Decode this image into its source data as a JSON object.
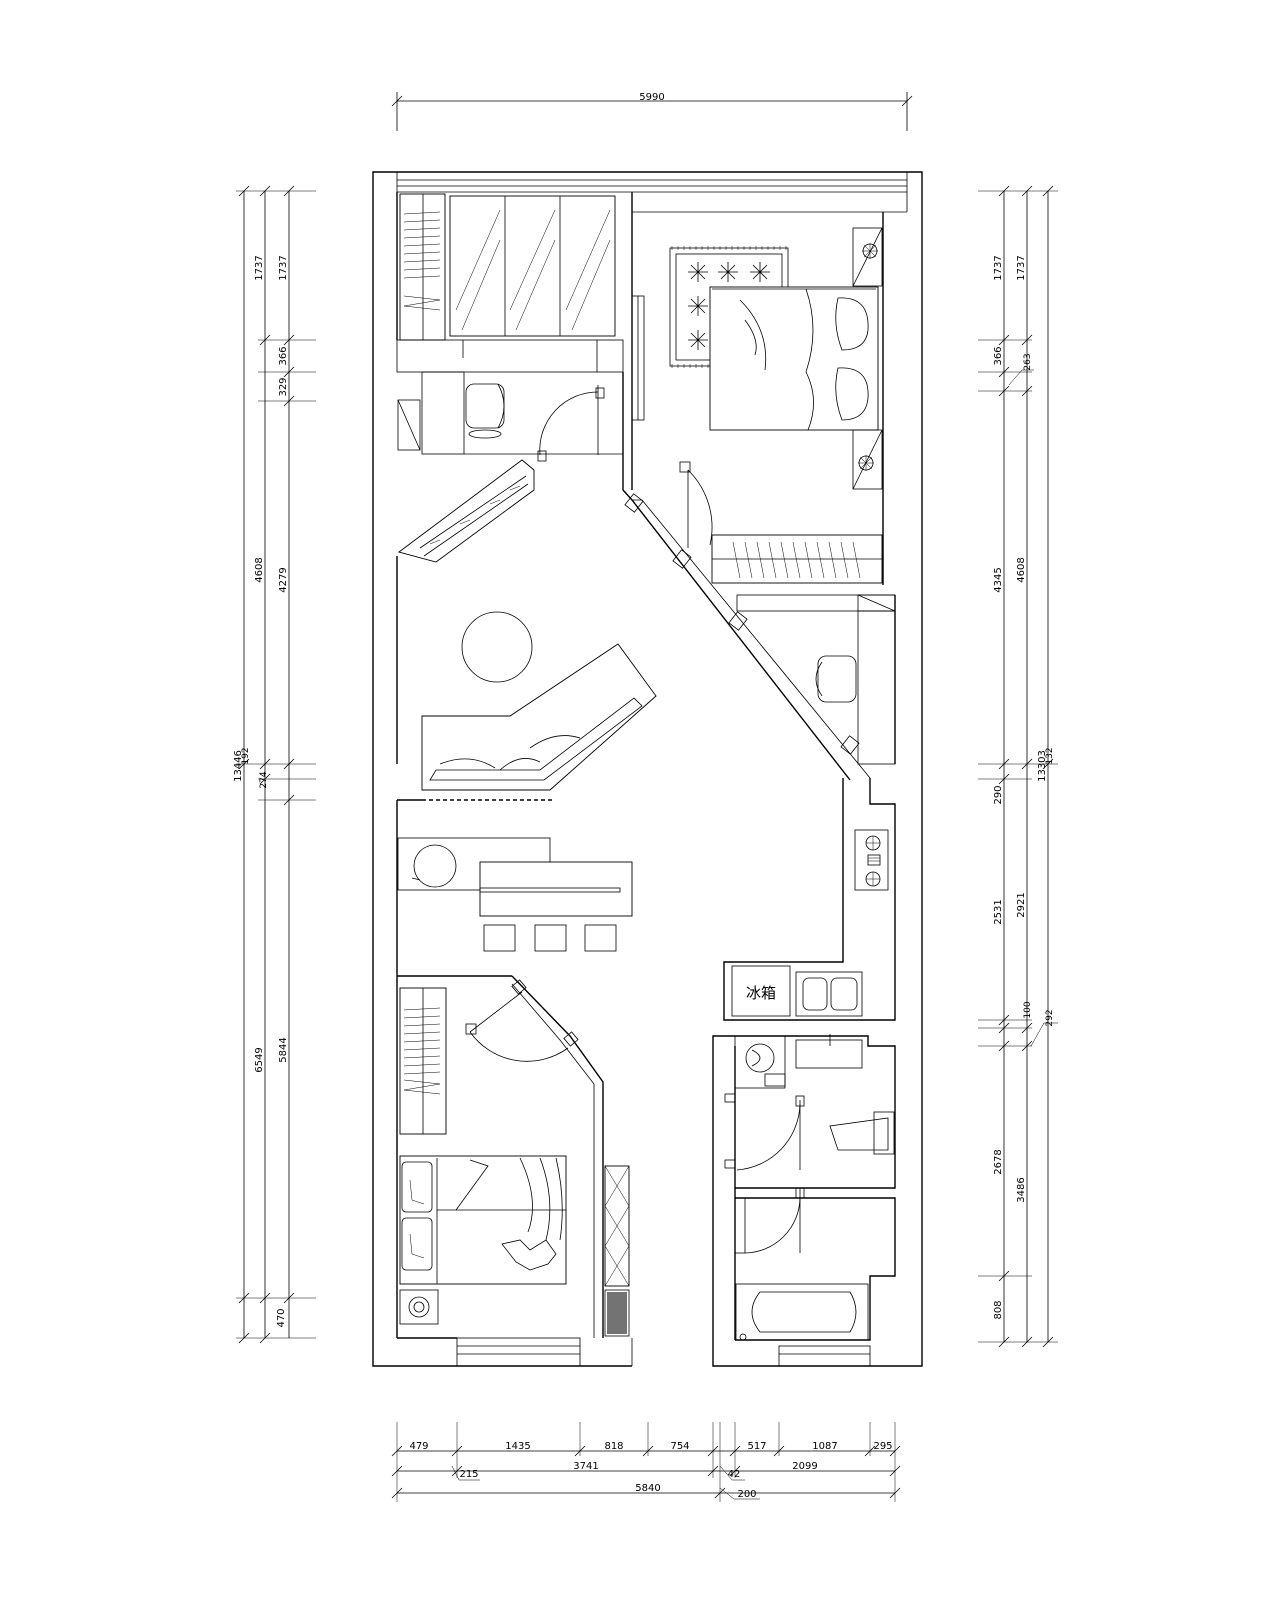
{
  "dimensions": {
    "top_total": "5990",
    "left_outer": [
      "1737",
      "4608",
      "13446",
      "6549",
      "470"
    ],
    "left_inner": [
      "1737",
      "366",
      "329",
      "4279",
      "192",
      "274",
      "5844"
    ],
    "right_inner": [
      "1737",
      "366",
      "4345",
      "290",
      "2531",
      "100",
      "2678",
      "808"
    ],
    "right_outer": [
      "1737",
      "263",
      "4608",
      "13303",
      "132",
      "2921",
      "292",
      "3486"
    ],
    "bottom_row1": [
      "479",
      "1435",
      "818",
      "754",
      "517",
      "1087",
      "295"
    ],
    "bottom_row2": [
      "215",
      "3741",
      "42",
      "2099"
    ],
    "bottom_row3": [
      "5840",
      "200"
    ]
  },
  "labels": {
    "fridge": "冰箱"
  }
}
